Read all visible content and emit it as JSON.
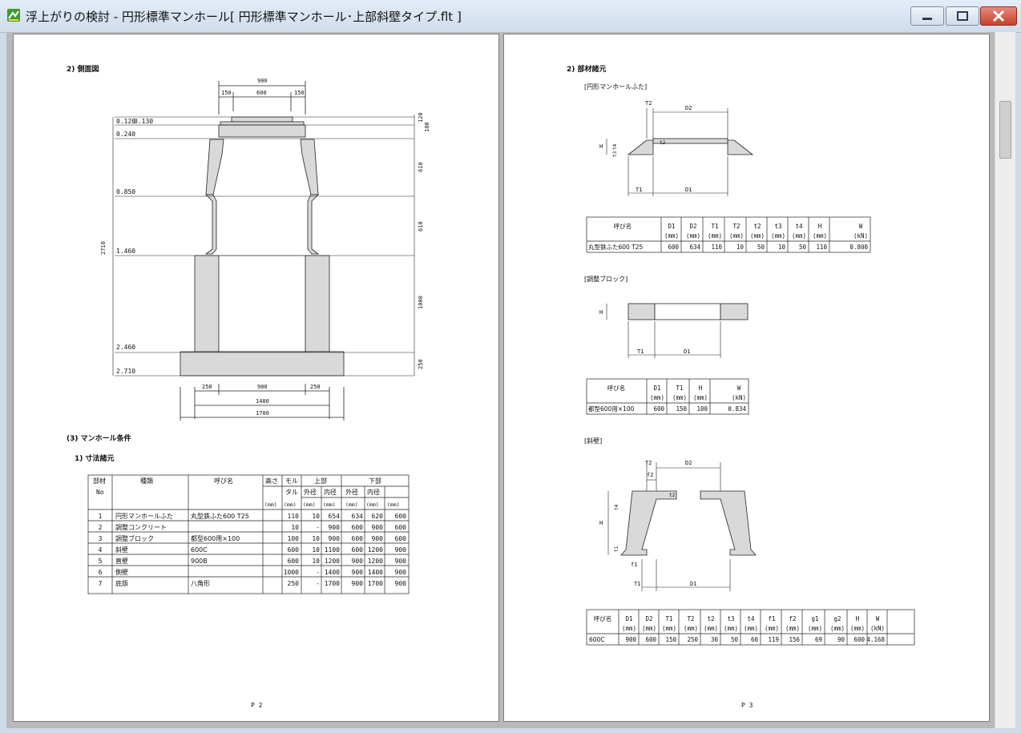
{
  "window": {
    "title": "浮上がりの検討 - 円形標準マンホール[ 円形標準マンホール･上部斜壁タイプ.flt ]",
    "icons": {
      "app": "app-icon",
      "minimize": "minimize-icon",
      "maximize": "maximize-icon",
      "close": "close-icon"
    }
  },
  "page2": {
    "section_side": "2) 側面図",
    "levels": [
      "0.120",
      "0.130",
      "0.240",
      "0.850",
      "1.460",
      "2.460",
      "2.710"
    ],
    "dim_top": [
      "900",
      "150",
      "600",
      "150"
    ],
    "dim_right": [
      "120",
      "100",
      "610",
      "610",
      "1000",
      "250"
    ],
    "dim_left_total": "2710",
    "dim_bottom": [
      "250",
      "900",
      "250",
      "1400",
      "1700"
    ],
    "section_cond": "(3) マンホール条件",
    "section_dim": "1) 寸法諸元",
    "table": {
      "h_no1": "部材",
      "h_no2": "No",
      "h_type": "種類",
      "h_name": "呼び名",
      "h_height": "高さ",
      "h_mortar1": "モル",
      "h_mortar2": "タル",
      "h_upper": "上部",
      "h_lower": "下部",
      "h_outer": "外径",
      "h_inner": "内径",
      "h_unit": "(mm)",
      "rows": [
        [
          "1",
          "円形マンホールふた",
          "丸型鉄ふた600 T25",
          "110",
          "10",
          "654",
          "634",
          "620",
          "600"
        ],
        [
          "2",
          "調整コンクリート",
          "",
          "10",
          "-",
          "900",
          "600",
          "900",
          "600"
        ],
        [
          "3",
          "調整ブロック",
          "都型600用×100",
          "100",
          "10",
          "900",
          "600",
          "900",
          "600"
        ],
        [
          "4",
          "斜壁",
          "600C",
          "600",
          "10",
          "1100",
          "600",
          "1200",
          "900"
        ],
        [
          "5",
          "直壁",
          "900B",
          "600",
          "10",
          "1200",
          "900",
          "1200",
          "900"
        ],
        [
          "6",
          "側壁",
          "",
          "1000",
          "-",
          "1400",
          "900",
          "1400",
          "900"
        ],
        [
          "7",
          "底版",
          "八角形",
          "250",
          "-",
          "1700",
          "900",
          "1700",
          "900"
        ]
      ]
    },
    "page_no": "P 2"
  },
  "page3": {
    "section": "2) 部材諸元",
    "cover": {
      "label": "[円形マンホールふた]",
      "dims": {
        "t2": "T2",
        "d2": "D2",
        "t1": "T1",
        "d1": "D1",
        "h": "H",
        "t4": "t4",
        "t3": "t3",
        "t2s": "t2"
      },
      "headers": [
        "呼び名",
        "D1",
        "D2",
        "T1",
        "T2",
        "t2",
        "t3",
        "t4",
        "H",
        "W"
      ],
      "units": [
        "(mm)",
        "(mm)",
        "(mm)",
        "(mm)",
        "(mm)",
        "(mm)",
        "(mm)",
        "(mm)",
        "(kN)"
      ],
      "row": [
        "丸型鉄ふた600 T25",
        "600",
        "634",
        "110",
        "10",
        "50",
        "10",
        "50",
        "110",
        "0.800"
      ]
    },
    "block": {
      "label": "[調整ブロック]",
      "dims": {
        "h": "H",
        "t1": "T1",
        "d1": "D1"
      },
      "headers": [
        "呼び名",
        "D1",
        "T1",
        "H",
        "W"
      ],
      "units": [
        "(mm)",
        "(mm)",
        "(mm)",
        "(kN)"
      ],
      "row": [
        "都型600用×100",
        "600",
        "150",
        "100",
        "0.834"
      ]
    },
    "slope": {
      "label": "[斜壁]",
      "dims": {
        "t2": "T2",
        "d2": "D2",
        "f2": "f2",
        "t4": "t4",
        "t2s": "t2",
        "h": "H",
        "t1s": "t1",
        "f1": "f1",
        "t1": "T1",
        "d1": "D1"
      },
      "headers": [
        "呼び名",
        "D1",
        "D2",
        "T1",
        "T2",
        "t2",
        "t3",
        "t4",
        "f1",
        "f2",
        "g1",
        "g2",
        "H",
        "W"
      ],
      "units": [
        "(mm)",
        "(mm)",
        "(mm)",
        "(mm)",
        "(mm)",
        "(mm)",
        "(mm)",
        "(mm)",
        "(mm)",
        "(mm)",
        "(mm)",
        "(mm)",
        "(kN)"
      ],
      "row": [
        "600C",
        "900",
        "600",
        "150",
        "250",
        "30",
        "50",
        "60",
        "119",
        "156",
        "69",
        "90",
        "600",
        "4.168"
      ]
    },
    "page_no": "P 3"
  },
  "colors": {
    "concrete": "#d9d9d9",
    "titlebar": "#dce6f2",
    "close": "#c7412c"
  }
}
